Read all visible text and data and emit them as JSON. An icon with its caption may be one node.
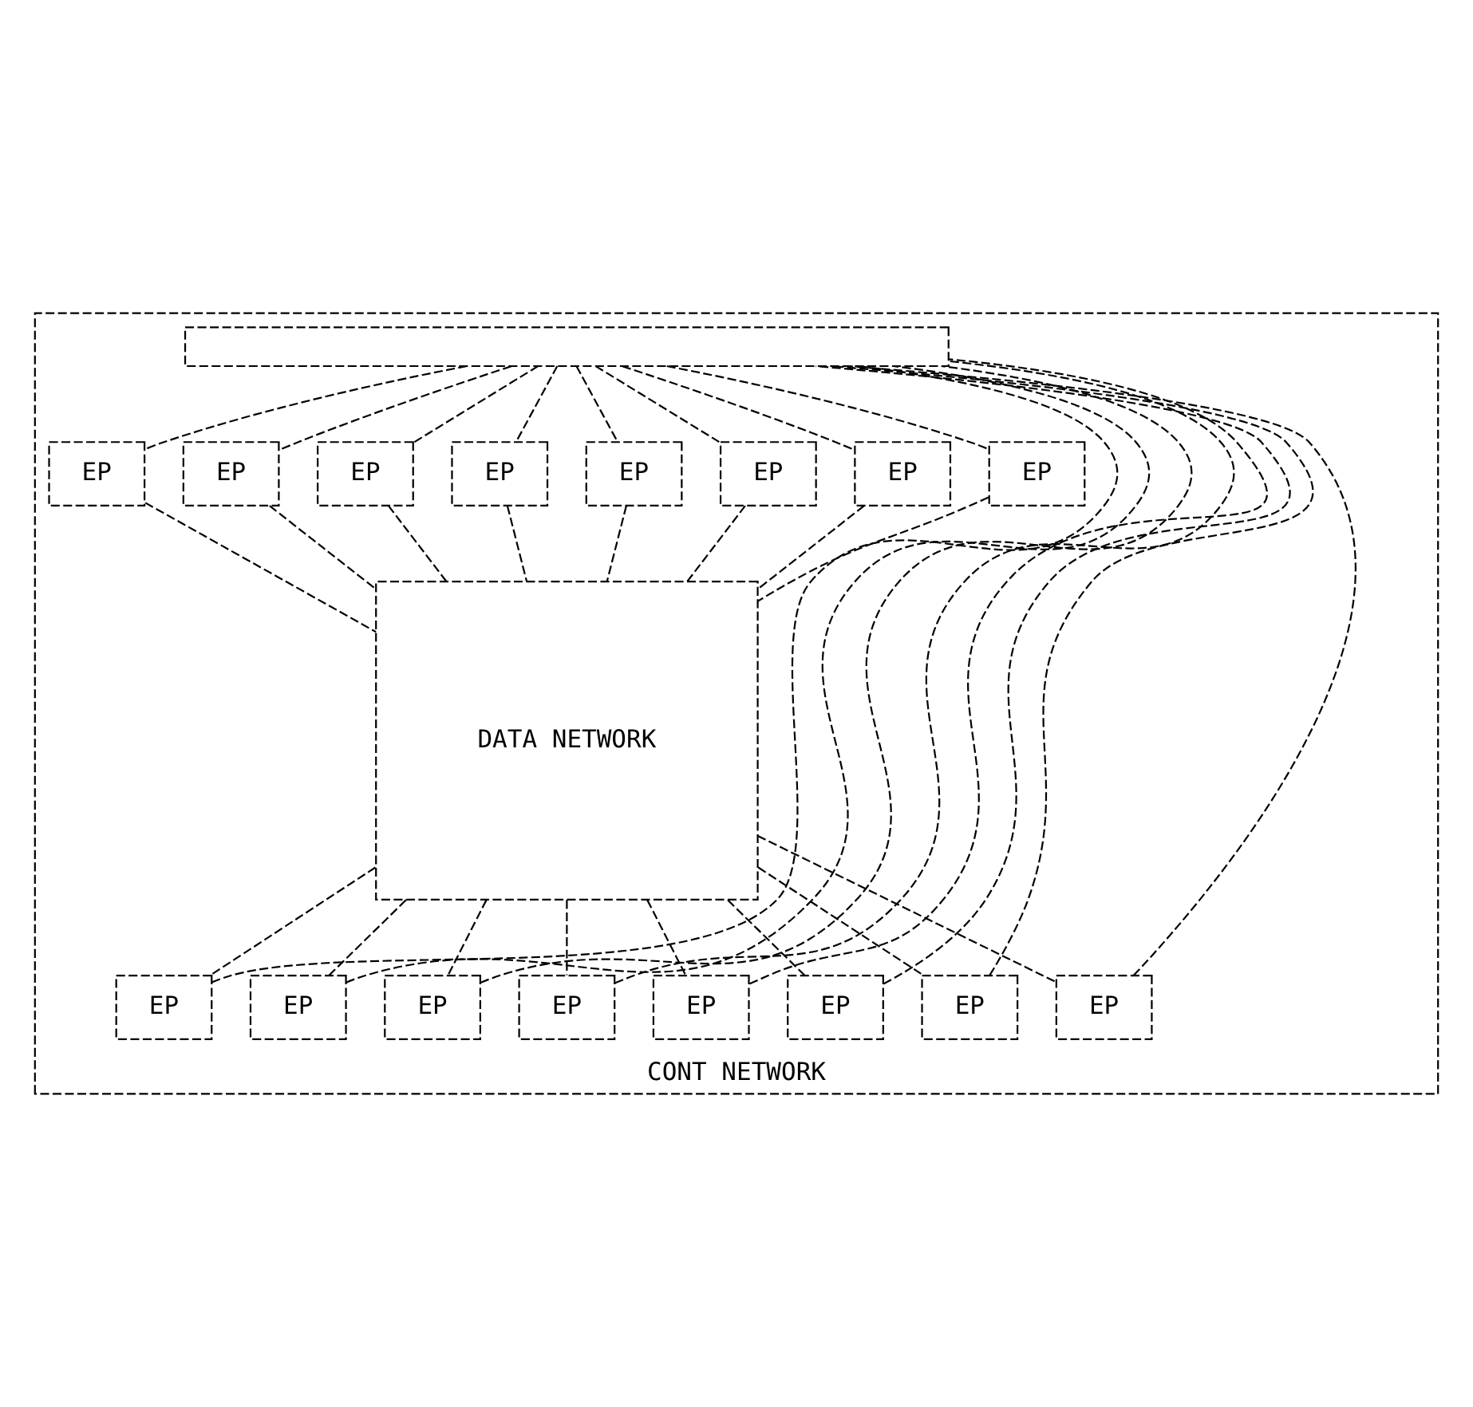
{
  "diagram": {
    "nodes": [
      {
        "text": [
          "CONT NETWORK"
        ]
      },
      {
        "text": [],
        "shape": "box",
        "in": 0
      },
      {
        "text": [
          "DATA NETWORK"
        ],
        "in": 0
      },
      {
        "text": [
          "EP"
        ],
        "in": 0
      },
      {
        "text": [
          "EP"
        ],
        "in": 0
      },
      {
        "text": [
          "EP"
        ],
        "in": 0
      },
      {
        "text": [
          "EP"
        ],
        "in": 0
      },
      {
        "text": [
          "EP"
        ],
        "in": 0
      },
      {
        "text": [
          "EP"
        ],
        "in": 0
      },
      {
        "text": [
          "EP"
        ],
        "in": 0
      },
      {
        "text": [
          "EP"
        ],
        "in": 0
      },
      {
        "text": [
          "EP"
        ],
        "in": 0
      },
      {
        "text": [
          "EP"
        ],
        "in": 0
      },
      {
        "text": [
          "EP"
        ],
        "in": 0
      },
      {
        "text": [
          "EP"
        ],
        "in": 0
      },
      {
        "text": [
          "EP"
        ],
        "in": 0
      },
      {
        "text": [
          "EP"
        ],
        "in": 0
      },
      {
        "text": [
          "EP"
        ],
        "in": 0
      },
      {
        "text": [
          "EP"
        ],
        "in": 0
      }
    ],
    "edges": [
      {
        "from": 1,
        "to": 3,
        "arrow": "none"
      },
      {
        "from": 1,
        "to": 4,
        "arrow": "none"
      },
      {
        "from": 1,
        "to": 5,
        "arrow": "none"
      },
      {
        "from": 1,
        "to": 6,
        "arrow": "none"
      },
      {
        "from": 1,
        "to": 7,
        "arrow": "none"
      },
      {
        "from": 1,
        "to": 8,
        "arrow": "none"
      },
      {
        "from": 1,
        "to": 9,
        "arrow": "none"
      },
      {
        "from": 1,
        "to": 10,
        "arrow": "none"
      },
      {
        "from": 3,
        "to": 2,
        "arrow": "none"
      },
      {
        "from": 4,
        "to": 2,
        "arrow": "none"
      },
      {
        "from": 5,
        "to": 2,
        "arrow": "none"
      },
      {
        "from": 6,
        "to": 2,
        "arrow": "none"
      },
      {
        "from": 7,
        "to": 2,
        "arrow": "none"
      },
      {
        "from": 8,
        "to": 2,
        "arrow": "none"
      },
      {
        "from": 9,
        "to": 2,
        "arrow": "none"
      },
      {
        "from": 10,
        "to": 2,
        "arrow": "none"
      },
      {
        "from": 2,
        "to": 11,
        "arrow": "none"
      },
      {
        "from": 2,
        "to": 12,
        "arrow": "none"
      },
      {
        "from": 2,
        "to": 13,
        "arrow": "none"
      },
      {
        "from": 2,
        "to": 14,
        "arrow": "none"
      },
      {
        "from": 2,
        "to": 15,
        "arrow": "none"
      },
      {
        "from": 2,
        "to": 16,
        "arrow": "none"
      },
      {
        "from": 2,
        "to": 17,
        "arrow": "none"
      },
      {
        "from": 2,
        "to": 18,
        "arrow": "none"
      },
      {
        "from": 11,
        "to": 1,
        "arrow": "none"
      },
      {
        "from": 12,
        "to": 1,
        "arrow": "none"
      },
      {
        "from": 13,
        "to": 1,
        "arrow": "none"
      },
      {
        "from": 14,
        "to": 1,
        "arrow": "none"
      },
      {
        "from": 15,
        "to": 1,
        "arrow": "none"
      },
      {
        "from": 16,
        "to": 1,
        "arrow": "none"
      },
      {
        "from": 17,
        "to": 1,
        "arrow": "none"
      },
      {
        "from": 18,
        "to": 1,
        "arrow": "none"
      }
    ]
  }
}
